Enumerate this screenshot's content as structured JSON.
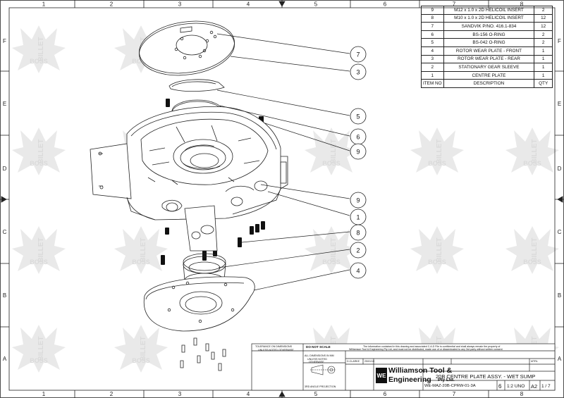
{
  "border": {
    "columns_top": [
      "1",
      "2",
      "3",
      "4",
      "5",
      "6",
      "7",
      "8"
    ],
    "columns_bottom": [
      "1",
      "2",
      "3",
      "4",
      "5",
      "6",
      "7",
      "8"
    ],
    "rows": [
      "F",
      "E",
      "D",
      "C",
      "B",
      "A"
    ]
  },
  "watermark": {
    "text": "BILLET BOSS"
  },
  "bom": {
    "header": {
      "item": "ITEM NO",
      "description": "DESCRIPTION",
      "qty": "QTY"
    },
    "rows": [
      {
        "item": "9",
        "description": "M12 x 1.0 x 2D HELICOIL INSERT",
        "qty": "2"
      },
      {
        "item": "8",
        "description": "M10 x 1.0 x 2D HELICOIL INSERT",
        "qty": "12"
      },
      {
        "item": "7",
        "description": "SANDVIK P/NO. 416.1-834",
        "qty": "12"
      },
      {
        "item": "6",
        "description": "BS-156 O-RING",
        "qty": "2"
      },
      {
        "item": "5",
        "description": "BS-042 O-RING",
        "qty": "2"
      },
      {
        "item": "4",
        "description": "ROTOR WEAR PLATE - FRONT",
        "qty": "1"
      },
      {
        "item": "3",
        "description": "ROTOR WEAR PLATE - REAR",
        "qty": "1"
      },
      {
        "item": "2",
        "description": "STATIONARY GEAR SLEEVE",
        "qty": "1"
      },
      {
        "item": "1",
        "description": "CENTRE PLATE",
        "qty": "1"
      }
    ]
  },
  "balloons": [
    "7",
    "3",
    "5",
    "6",
    "9",
    "9",
    "1",
    "8",
    "2",
    "4"
  ],
  "title_block": {
    "tolerance_heading_1": "TOLERANCE ON DIMENSIONS",
    "tolerance_heading_2": "UNLESS NOTED OTHERWISE",
    "do_not_scale": "DO NOT SCALE",
    "dims_note_1": "ALL DIMENSIONS IN MM",
    "dims_note_2": "UNLESS NOTED",
    "dims_note_3": "OTHERWISE",
    "projection": "3RD ANGLE PROJECTION",
    "confidentiality_1": "The information contained in this drawing and associated C.A.D File is confidential and shall always remain the property of",
    "confidentiality_2": "Williamson Tool & Engineering Pty Ltd, and must not be distributed, made use of or disseminated to any 3rd party without written consent",
    "drawn_by": "D.CLARKE",
    "date": "25/01/19",
    "company_1": "Williamson Tool &",
    "company_2": "Engineering",
    "company_3": "Pty Ltd.",
    "logo_letters": "WE",
    "material_label": "MTRL",
    "title": "20B CENTRE PLATE ASSY. - WET SUMP",
    "drawing_number": "WE-MAZ-20B-CPRW-01-3A",
    "revision": "6",
    "scale": "1:2 UNO",
    "sheet_size": "A2",
    "sheet": "1 / 7"
  }
}
